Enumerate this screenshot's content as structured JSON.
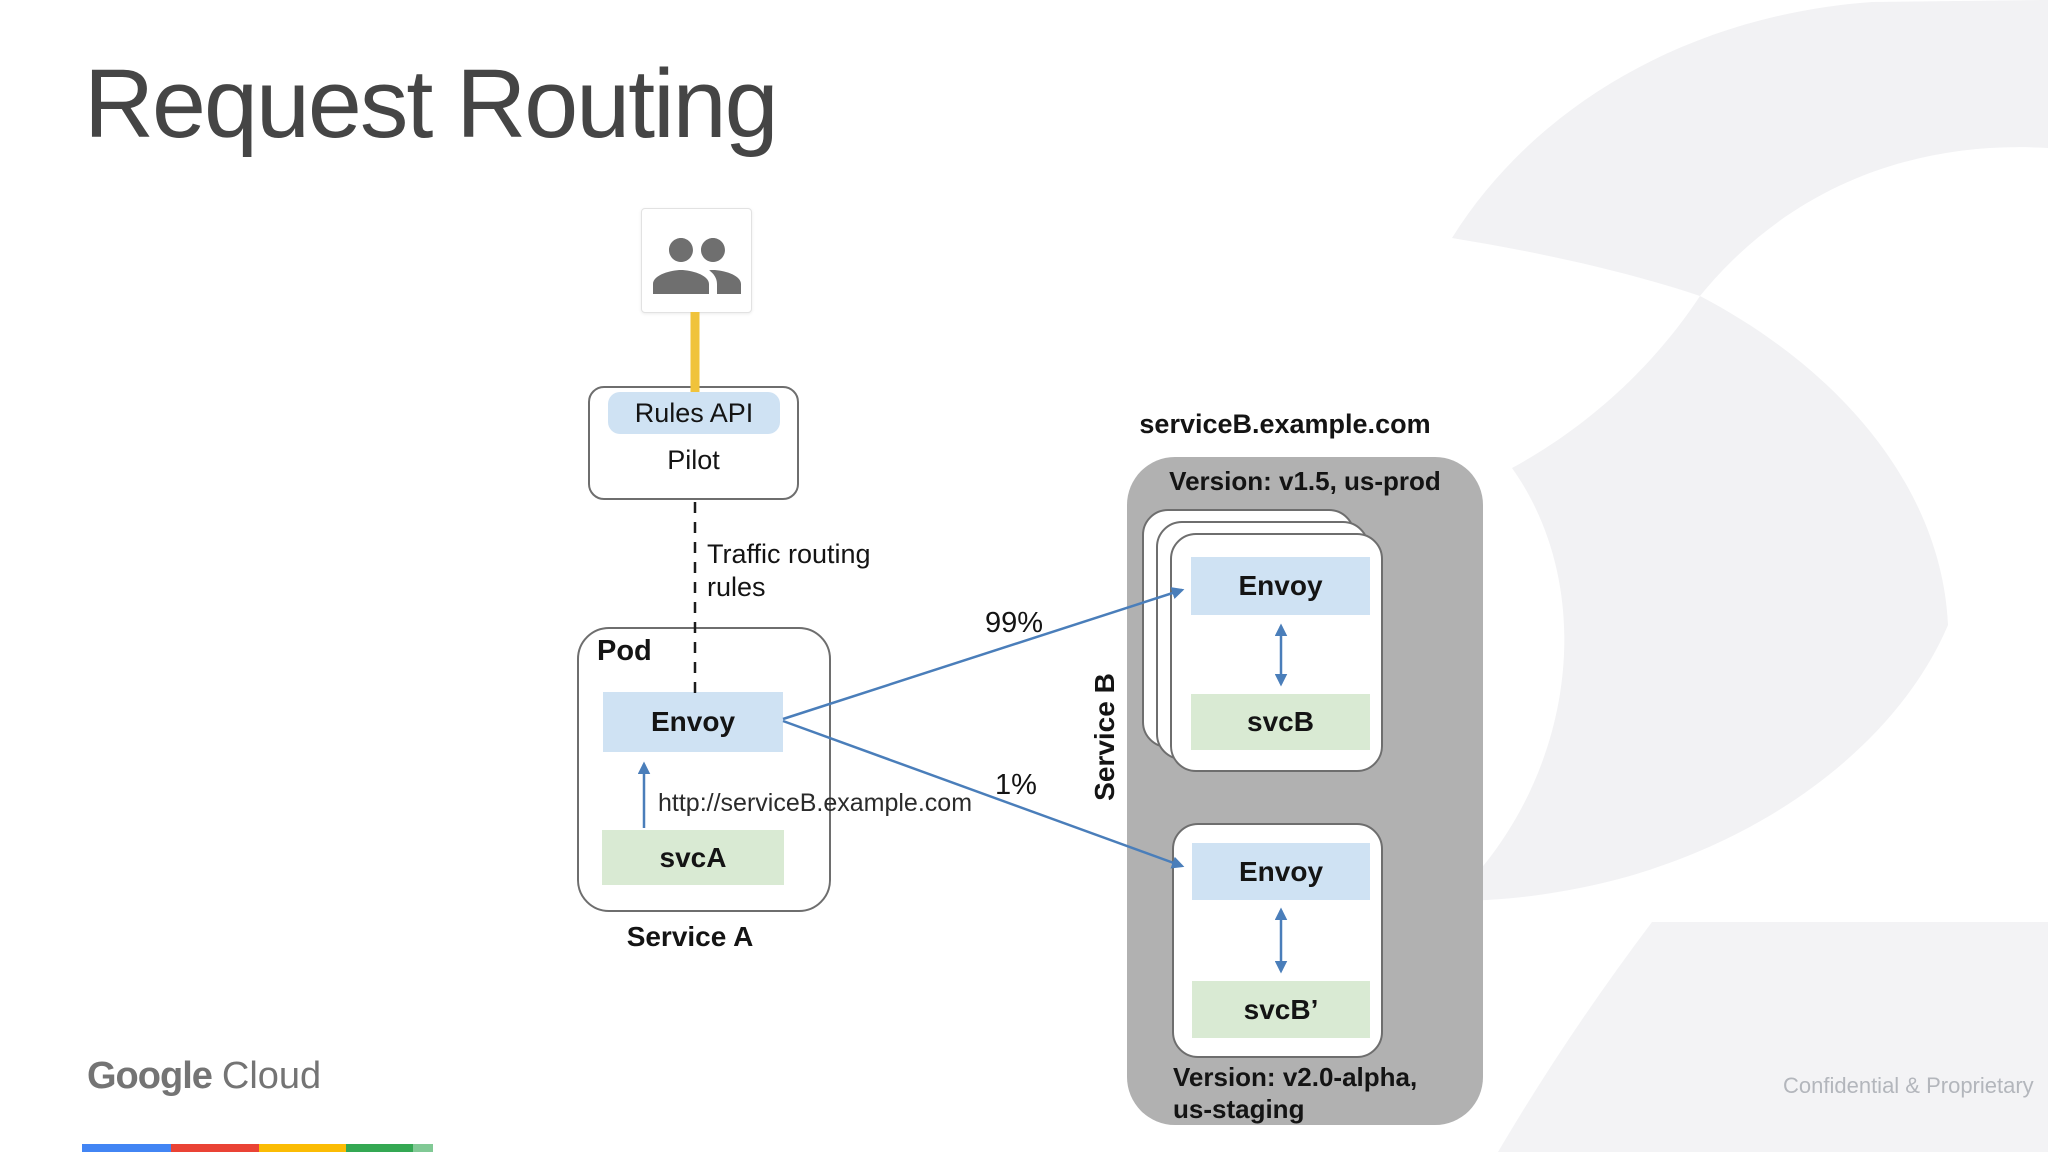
{
  "slide": {
    "title": "Request Routing",
    "confidential_note": "Confidential & Proprietary",
    "logo": {
      "google": "Google",
      "cloud": "Cloud"
    }
  },
  "diagram": {
    "users_box": {
      "icon": "group-icon"
    },
    "pilot_box": {
      "rules_api_label": "Rules API",
      "pilot_label": "Pilot"
    },
    "traffic_rules_label": "Traffic routing rules",
    "pod": {
      "label": "Pod",
      "envoy_label": "Envoy",
      "svc_label": "svcA",
      "caption": "Service A"
    },
    "request_url": "http://serviceB.example.com",
    "routing": {
      "primary_weight": "99%",
      "canary_weight": "1%"
    },
    "service_b": {
      "domain_label": "serviceB.example.com",
      "side_label": "Service B",
      "prod_group": {
        "version_label": "Version: v1.5, us-prod",
        "envoy_label": "Envoy",
        "svc_label": "svcB"
      },
      "staging_group": {
        "envoy_label": "Envoy",
        "svc_label": "svcB’",
        "version_label": "Version: v2.0-alpha, us-staging"
      }
    }
  },
  "colors": {
    "accent_blue_fill": "#cfe2f3",
    "accent_green_fill": "#d9ead3",
    "container_gray": "#b1b1b1",
    "arrow_blue": "#4a7eba",
    "connector_yellow": "#f0c33b",
    "google_blue": "#4285f4",
    "google_red": "#ea4335",
    "google_yellow": "#fbbc04",
    "google_green": "#34a853",
    "google_green_light": "#81c995"
  }
}
